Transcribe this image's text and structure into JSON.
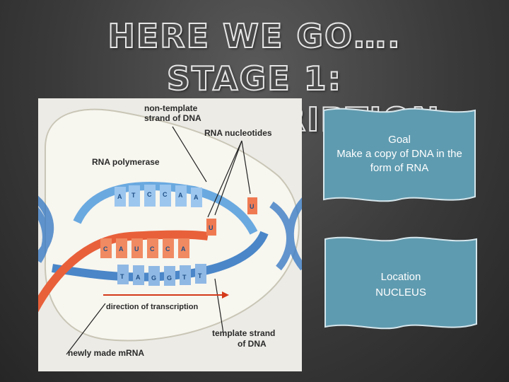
{
  "title": {
    "line1": "HERE WE GO….",
    "line2": "STAGE 1:",
    "line3": "TRANSCRIPTION"
  },
  "figure": {
    "labels": {
      "non_template_line1": "non-template",
      "non_template_line2": "strand of DNA",
      "rna_nucleotides": "RNA nucleotides",
      "rna_polymerase": "RNA polymerase",
      "direction": "direction of transcription",
      "template_line1": "template strand",
      "template_line2": "of DNA",
      "mrna": "newly made mRNA"
    },
    "top_bases": [
      "A",
      "T",
      "C",
      "C",
      "A",
      "A"
    ],
    "bottom_bases": [
      "T",
      "A",
      "G",
      "G",
      "T",
      "T"
    ],
    "mrna_bases": [
      "C",
      "A",
      "U",
      "C",
      "C",
      "A"
    ],
    "free_nucleotides": [
      "U",
      "U"
    ],
    "colors": {
      "dna": "#5b9bd5",
      "rna": "#e8603a",
      "bubble": "#f4f2ea"
    }
  },
  "callouts": {
    "goal": {
      "heading": "Goal",
      "body": "Make a copy of DNA in the form of RNA"
    },
    "location": {
      "heading": "Location",
      "body": "NUCLEUS"
    },
    "fill_color": "#5f9bb0"
  }
}
